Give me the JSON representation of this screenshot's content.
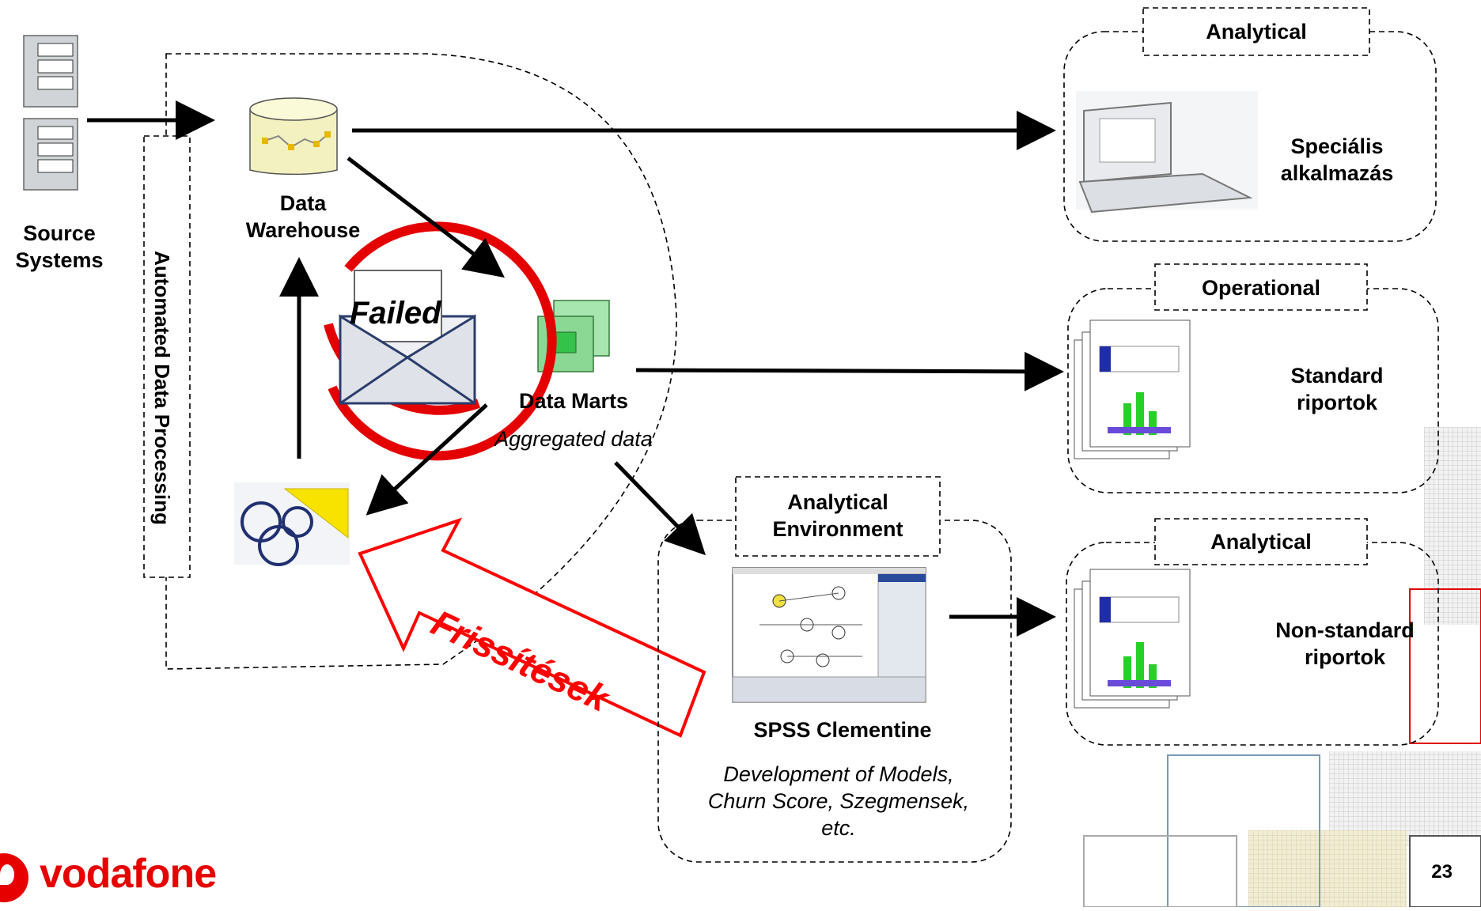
{
  "sources": {
    "label": "Source\nSystems"
  },
  "automated": {
    "label": "Automated Data Processing"
  },
  "warehouse": {
    "label": "Data\nWarehouse"
  },
  "marts": {
    "label": "Data Marts",
    "sublabel": "Aggregated data"
  },
  "failed": {
    "label": "Failed"
  },
  "refresh": {
    "label": "Frissítések"
  },
  "analytical_env": {
    "header": "Analytical\nEnvironment",
    "tool": "SPSS Clementine",
    "desc": "Development of Models,\nChurn Score, Szegmensek,\netc."
  },
  "box_analytical_top": {
    "header": "Analytical",
    "content": "Speciális\nalkalmazás"
  },
  "box_operational": {
    "header": "Operational",
    "content": "Standard\nriportok"
  },
  "box_analytical_bottom": {
    "header": "Analytical",
    "content": "Non-standard\nriportok"
  },
  "page_number": "23",
  "logo_text": "vodafone",
  "colors": {
    "accent": "#e60000",
    "refresh_arrow": "#ff0000"
  }
}
